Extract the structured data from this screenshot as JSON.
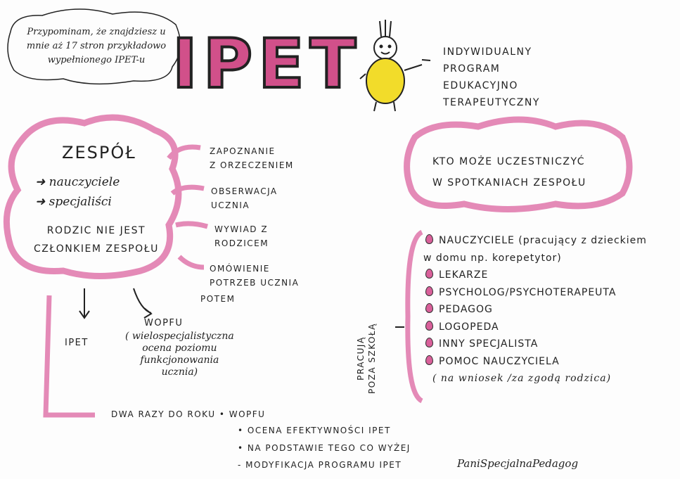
{
  "note": "Przypominam, że znajdziesz u mnie aż 17 stron przykładowo wypełnionego IPET-u",
  "title": "IPET",
  "title_expansion": [
    "INDYWIDUALNY",
    "PROGRAM",
    "EDUKACYJNO",
    "TERAPEUTYCZNY"
  ],
  "team": {
    "heading": "ZESPÓŁ",
    "members": [
      "nauczyciele",
      "specjaliści"
    ],
    "note_line1": "RODZIC NIE JEST",
    "note_line2": "CZŁONKIEM ZESPOŁU"
  },
  "steps": [
    [
      "ZAPOZNANIE",
      "Z ORZECZENIEM"
    ],
    [
      "OBSERWACJA",
      "UCZNIA"
    ],
    [
      "WYWIAD Z",
      "RODZICEM"
    ],
    [
      "OMÓWIENIE",
      "POTRZEB UCZNIA"
    ]
  ],
  "then": "POTEM",
  "ipet_label": "IPET",
  "wopfu": {
    "label": "WOPFU",
    "desc": [
      "( wielospecjalistyczna",
      "ocena poziomu",
      "funkcjonowania",
      "ucznia)"
    ]
  },
  "question": [
    "KTO MOŻE UCZESTNICZYĆ",
    "W SPOTKANIACH ZESPOŁU"
  ],
  "side_label": [
    "PRACUJĄ",
    "POZA SZKOŁĄ"
  ],
  "participants": [
    "NAUCZYCIELE (pracujący z dzieckiem",
    "w domu np. korepetytor)",
    "LEKARZE",
    "PSYCHOLOG/PSYCHOTERAPEUTA",
    "PEDAGOG",
    "LOGOPEDA",
    "INNY SPECJALISTA",
    "POMOC NAUCZYCIELA",
    "( na wniosek /za zgodą rodzica)"
  ],
  "bottom": [
    "DWA RAZY DO ROKU • WOPFU",
    "• OCENA EFEKTYWNOŚCI IPET",
    "• NA PODSTAWIE TEGO CO WYŻEJ",
    "- MODYFIKACJA PROGRAMU IPET"
  ],
  "signature": "PaniSpecjalnaPedagog",
  "colors": {
    "pink": "#d9609a",
    "yellow": "#f2dc2a"
  }
}
